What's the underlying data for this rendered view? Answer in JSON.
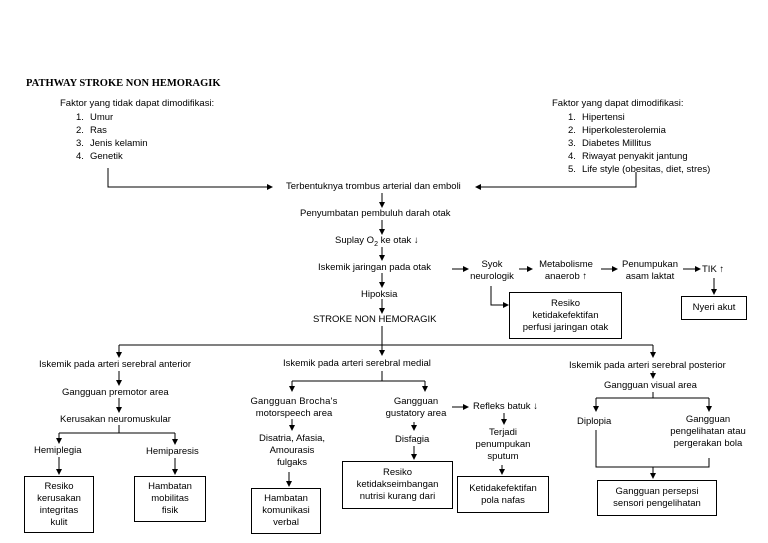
{
  "title": "PATHWAY STROKE NON HEMORAGIK",
  "unmodifiable": {
    "heading": "Faktor yang tidak dapat dimodifikasi:",
    "items": [
      "Umur",
      "Ras",
      "Jenis kelamin",
      "Genetik"
    ]
  },
  "modifiable": {
    "heading": "Faktor yang dapat dimodifikasi:",
    "items": [
      "Hipertensi",
      "Hiperkolesterolemia",
      "Diabetes Millitus",
      "Riwayat penyakit jantung",
      "Life style (obesitas, diet, stres)"
    ]
  },
  "main": {
    "thrombus": "Terbentuknya trombus arterial dan emboli",
    "occlusion": "Penyumbatan pembuluh darah otak",
    "supply_pre": "Suplay O",
    "supply_sub": "2",
    "supply_post": " ke otak ↓",
    "ischemia": "Iskemik jaringan pada otak",
    "hypoxia": "Hipoksia",
    "stroke": "STROKE NON HEMORAGIK"
  },
  "side": {
    "shock_1": "Syok",
    "shock_2": "neurologik",
    "metab_1": "Metabolisme",
    "metab_2": "anaerob ↑",
    "lactate_1": "Penumpukan",
    "lactate_2": "asam laktat",
    "tik": "TIK ↑",
    "perfusion_1": "Resiko",
    "perfusion_2": "ketidakefektifan",
    "perfusion_3": "perfusi jaringan otak",
    "pain": "Nyeri akut"
  },
  "anterior": {
    "heading": "Iskemik pada arteri serebral anterior",
    "premotor": "Gangguan premotor area",
    "neuromuscular": "Kerusakan neuromuskular",
    "hemiplegia": "Hemiplegia",
    "hemiparesis": "Hemiparesis",
    "skin_1": "Resiko",
    "skin_2": "kerusakan",
    "skin_3": "integritas",
    "skin_4": "kulit",
    "mobility_1": "Hambatan",
    "mobility_2": "mobilitas",
    "mobility_3": "fisik"
  },
  "medial": {
    "heading": "Iskemik pada arteri serebral medial",
    "broca_1": "Gangguan Brocha's",
    "broca_2": "motorspeech area",
    "disatria_1": "Disatria, Afasia,",
    "disatria_2": "Amourasis",
    "disatria_3": "fulgaks",
    "verbal_1": "Hambatan",
    "verbal_2": "komunikasi",
    "verbal_3": "verbal",
    "gustatory_1": "Gangguan",
    "gustatory_2": "gustatory area",
    "dysphagia": "Disfagia",
    "nutrition_1": "Resiko",
    "nutrition_2": "ketidakseimbangan",
    "nutrition_3": "nutrisi kurang dari",
    "cough": "Refleks batuk ↓",
    "sputum_1": "Terjadi",
    "sputum_2": "penumpukan",
    "sputum_3": "sputum",
    "breathing_1": "Ketidakefektifan",
    "breathing_2": "pola nafas"
  },
  "posterior": {
    "heading": "Iskemik pada arteri serebral posterior",
    "visual": "Gangguan visual area",
    "diplopia": "Diplopia",
    "vision_1": "Gangguan",
    "vision_2": "pengelihatan atau",
    "vision_3": "pergerakan bola",
    "sensory_1": "Gangguan persepsi",
    "sensory_2": "sensori pengelihatan"
  }
}
